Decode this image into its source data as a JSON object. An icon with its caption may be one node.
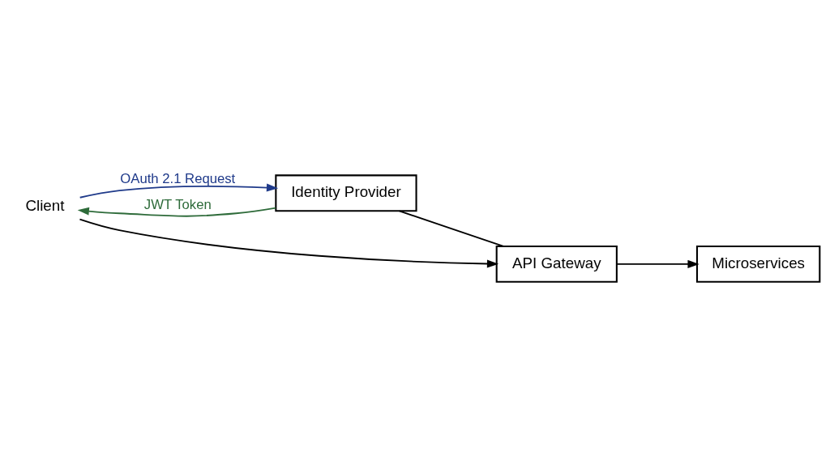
{
  "diagram": {
    "nodes": [
      {
        "text": [
          "Client"
        ]
      },
      {
        "text": [
          "Identity Provider"
        ]
      },
      {
        "text": [
          "API Gateway"
        ]
      },
      {
        "text": [
          "Microservices"
        ]
      }
    ],
    "edges": [
      {
        "from": 0,
        "to": 1,
        "arrow": "to",
        "label": "OAuth 2.1 Request",
        "color": "#1f3a8a"
      },
      {
        "from": 1,
        "to": 0,
        "arrow": "to",
        "label": "JWT Token",
        "color": "#2e6b3a"
      },
      {
        "from": 1,
        "to": 2,
        "arrow": "none"
      },
      {
        "from": 0,
        "to": 2,
        "arrow": "to"
      },
      {
        "from": 2,
        "to": 3,
        "arrow": "to"
      }
    ]
  }
}
